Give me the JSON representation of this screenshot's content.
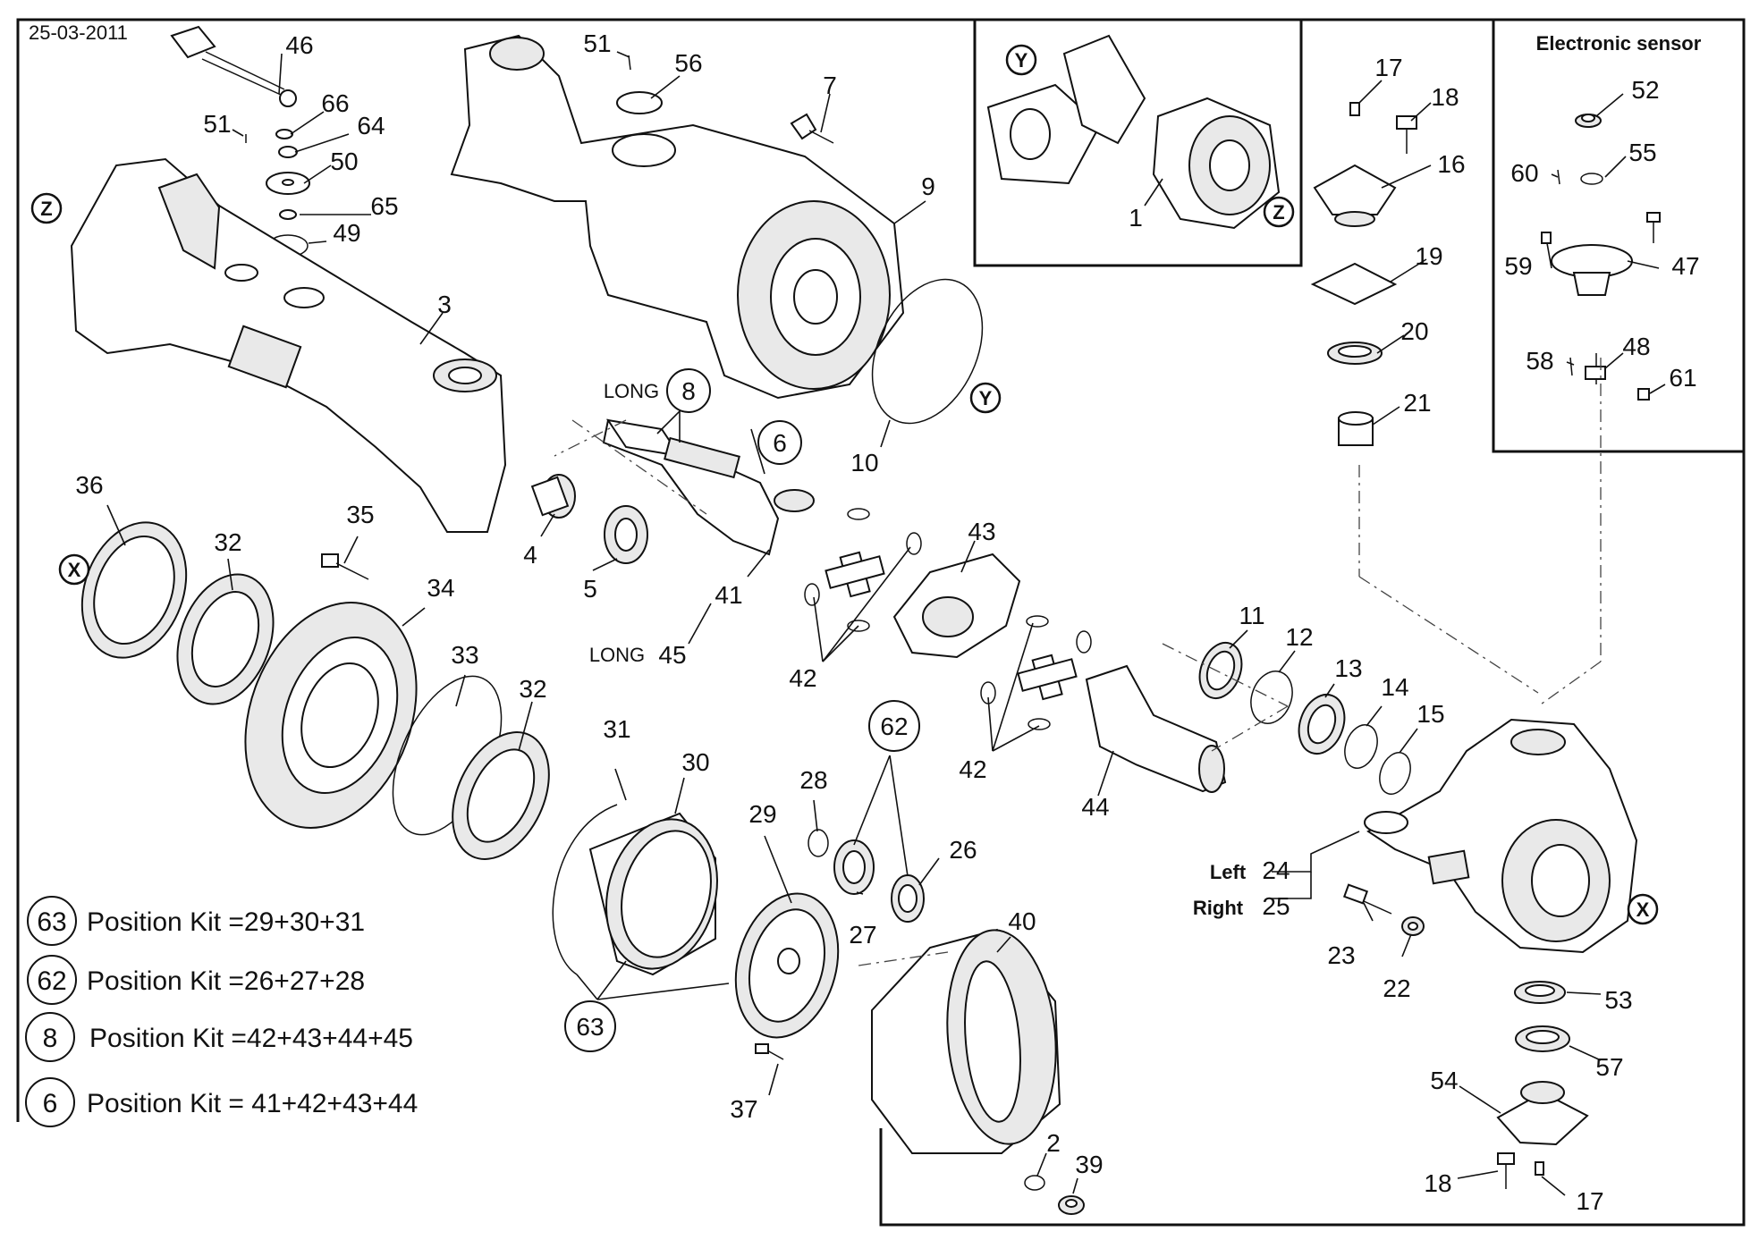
{
  "header": {
    "date": "25-03-2011"
  },
  "sensor_box": {
    "title": "Electronic sensor"
  },
  "callouts": {
    "c46": "46",
    "c66": "66",
    "c64": "64",
    "c51a": "51",
    "c50": "50",
    "c65": "65",
    "c49": "49",
    "c3": "3",
    "c51b": "51",
    "c56": "56",
    "c7": "7",
    "c9": "9",
    "c10": "10",
    "c1": "1",
    "c17a": "17",
    "c18a": "18",
    "c16": "16",
    "c19": "19",
    "c20": "20",
    "c21": "21",
    "c52": "52",
    "c55": "55",
    "c60": "60",
    "c59": "59",
    "c47": "47",
    "c58": "58",
    "c48": "48",
    "c61": "61",
    "c36": "36",
    "c32a": "32",
    "c35": "35",
    "c34": "34",
    "c33": "33",
    "c32b": "32",
    "c4": "4",
    "c5": "5",
    "c6": "6",
    "c8": "8",
    "c41": "41",
    "c45": "45",
    "c43": "43",
    "c42a": "42",
    "c42b": "42",
    "c44": "44",
    "c11": "11",
    "c12": "12",
    "c13": "13",
    "c14": "14",
    "c15": "15",
    "c31": "31",
    "c30": "30",
    "c29": "29",
    "c28": "28",
    "c62": "62",
    "c26": "26",
    "c27": "27",
    "c63": "63",
    "c40": "40",
    "c37": "37",
    "c2": "2",
    "c39": "39",
    "c24": "24",
    "c25": "25",
    "c23": "23",
    "c22": "22",
    "c53": "53",
    "c57": "57",
    "c54": "54",
    "c18b": "18",
    "c17b": "17"
  },
  "text_labels": {
    "long_a": "LONG",
    "long_b": "LONG",
    "left": "Left",
    "right": "Right",
    "ref_x1": "X",
    "ref_x2": "X",
    "ref_y1": "Y",
    "ref_y2": "Y",
    "ref_z1": "Z",
    "ref_z2": "Z"
  },
  "kits": [
    {
      "num": "63",
      "text": "Position Kit =29+30+31"
    },
    {
      "num": "62",
      "text": "Position Kit =26+27+28"
    },
    {
      "num": "8",
      "text": "Position Kit =42+43+44+45"
    },
    {
      "num": "6",
      "text": "Position Kit = 41+42+43+44"
    }
  ]
}
